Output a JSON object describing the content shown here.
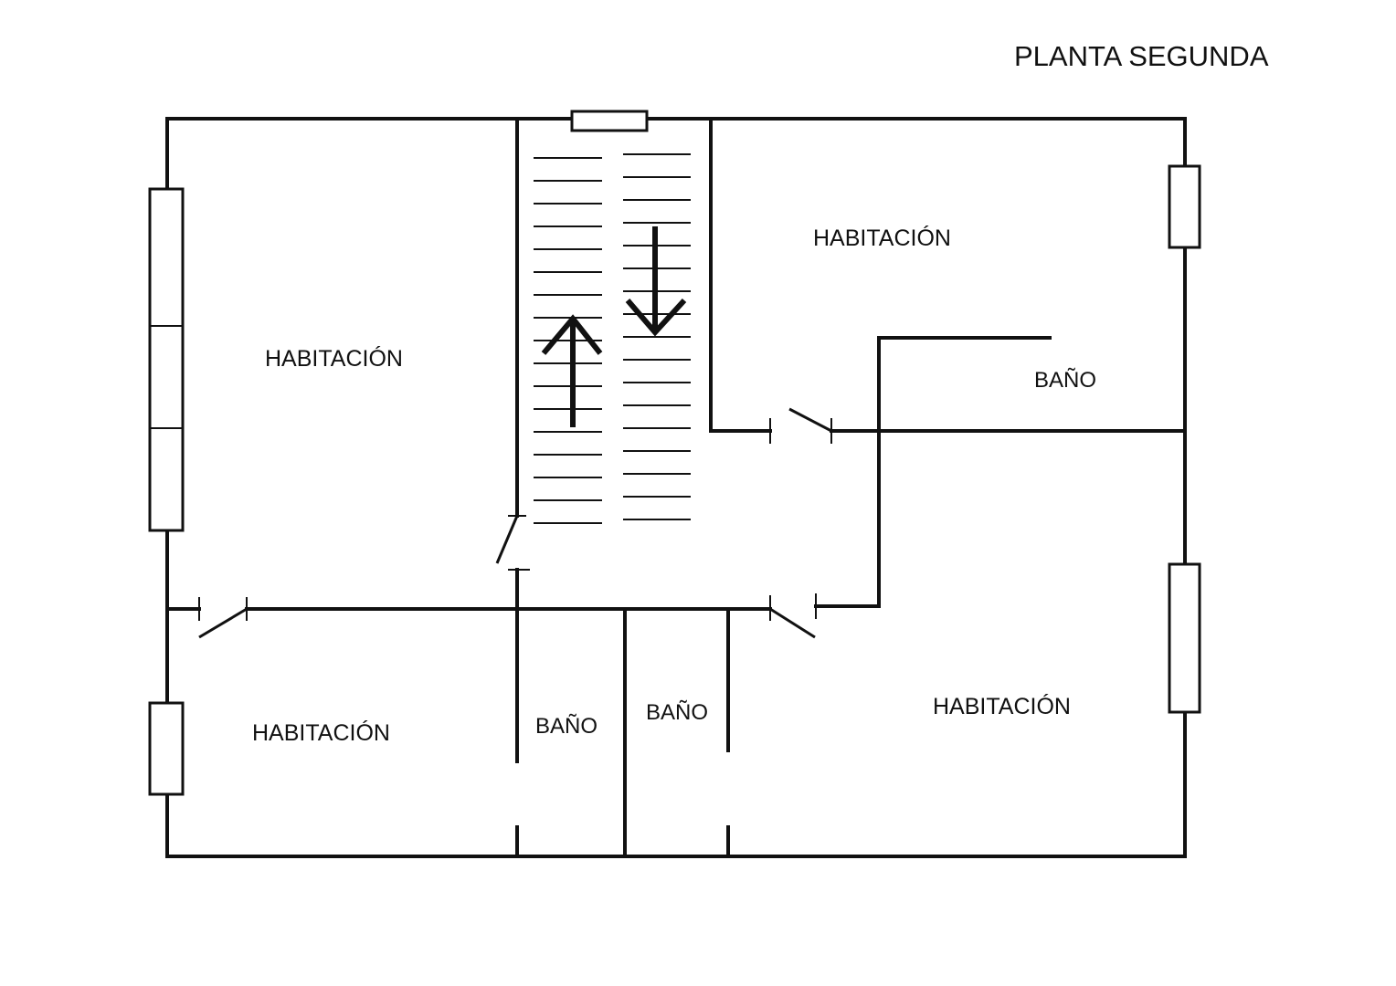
{
  "title": "PLANTA SEGUNDA",
  "rooms": [
    {
      "label": "HABITACIÓN"
    },
    {
      "label": "HABITACIÓN"
    },
    {
      "label": "BAÑO"
    },
    {
      "label": "HABITACIÓN"
    },
    {
      "label": "BAÑO"
    },
    {
      "label": "BAÑO"
    },
    {
      "label": "HABITACIÓN"
    }
  ],
  "stairs": {
    "up_icon": "arrow-up-icon",
    "down_icon": "arrow-down-icon"
  }
}
